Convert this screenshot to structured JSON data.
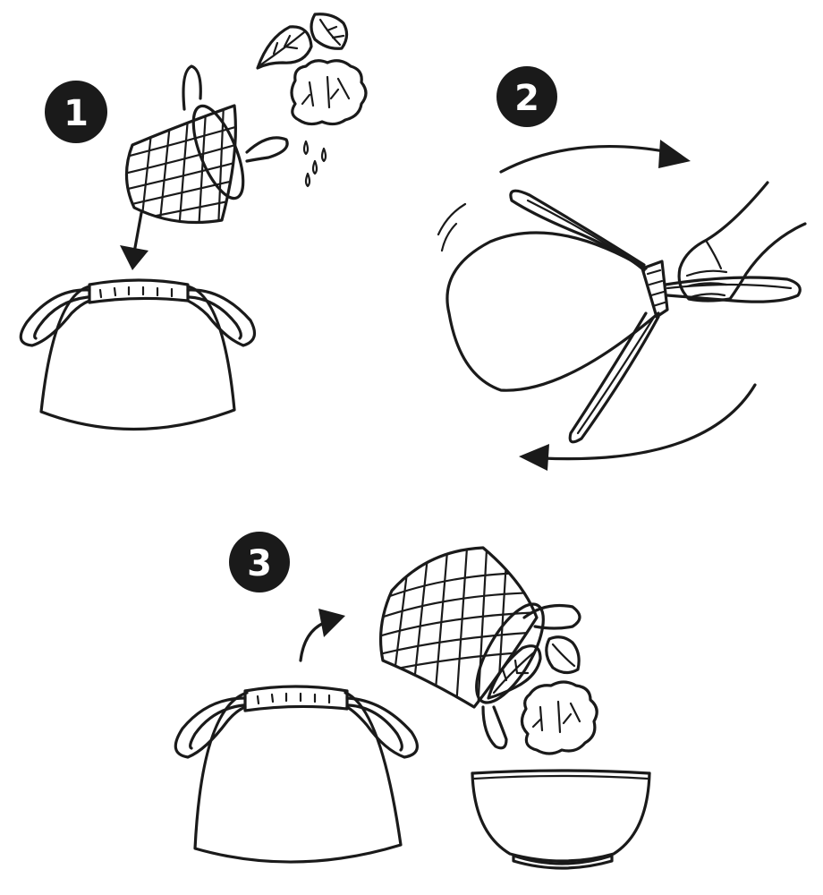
{
  "steps": [
    {
      "number": "1"
    },
    {
      "number": "2"
    },
    {
      "number": "3"
    }
  ],
  "colors": {
    "ink": "#1a1a1a",
    "background": "#ffffff",
    "badge_text": "#ffffff"
  }
}
